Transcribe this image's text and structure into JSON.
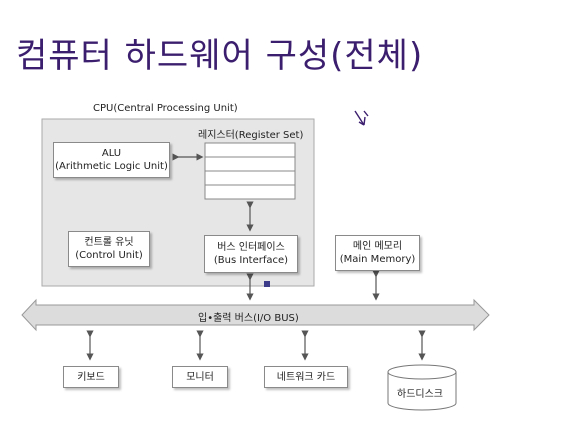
{
  "title": "컴퓨터 하드웨어 구성(전체)",
  "cpu": {
    "label": "CPU(Central Processing Unit)",
    "register_set": "레지스터(Register Set)",
    "alu_line1": "ALU",
    "alu_line2": "(Arithmetic Logic Unit)",
    "control_line1": "컨트롤 유닛",
    "control_line2": "(Control Unit)",
    "bus_if_line1": "버스 인터페이스",
    "bus_if_line2": "(Bus Interface)"
  },
  "main_memory_line1": "메인 메모리",
  "main_memory_line2": "(Main Memory)",
  "io_bus": "입•출력 버스(I/O  BUS)",
  "devices": {
    "keyboard": "키보드",
    "monitor": "모니터",
    "network_card": "네트워크 카드",
    "hard_disk": "하드디스크"
  },
  "colors": {
    "title": "#3b1e6e",
    "cpu_fill": "#e6e6e6",
    "bus_fill": "#dcdcdc"
  }
}
